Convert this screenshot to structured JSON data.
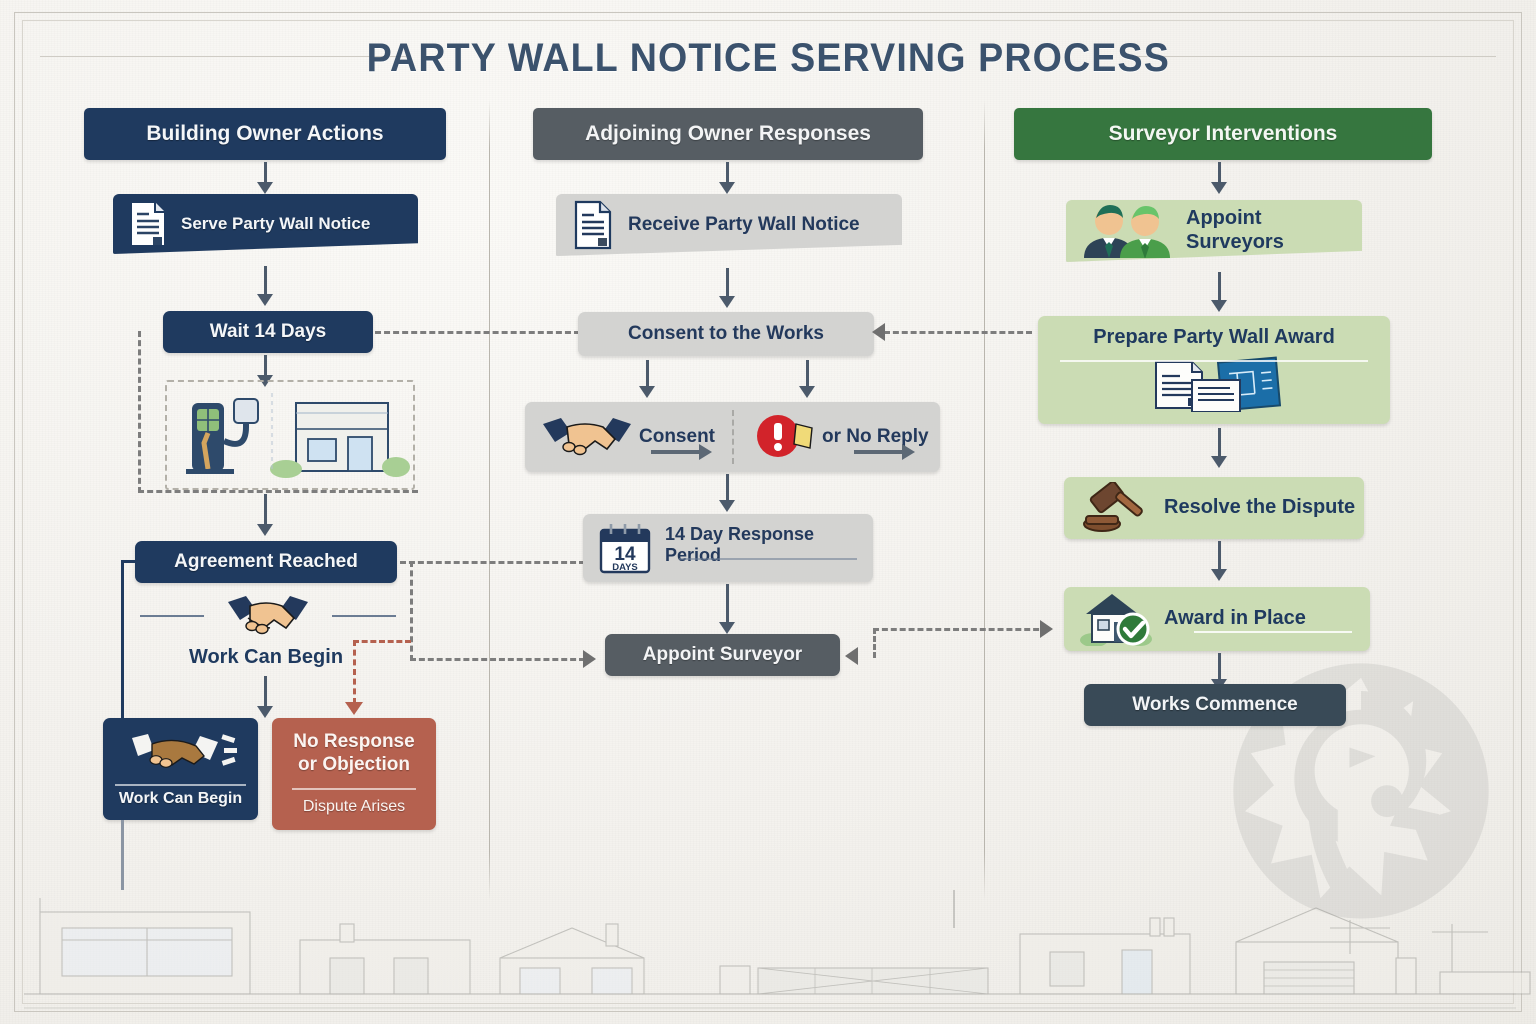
{
  "title": "PARTY WALL NOTICE SERVING PROCESS",
  "columns": [
    {
      "id": "building-owner",
      "header": "Building Owner Actions",
      "color": "#1f3a5f",
      "nodes": [
        {
          "id": "serve-notice",
          "label": "Serve Party Wall Notice",
          "icon": "document-icon"
        },
        {
          "id": "wait-14-days",
          "label": "Wait 14 Days"
        },
        {
          "id": "illustration",
          "label": "",
          "icon": "ev-charger-house-illustration"
        },
        {
          "id": "agreement-reached",
          "label": "Agreement Reached"
        },
        {
          "id": "work-can-begin-plain",
          "label": "Work Can Begin",
          "icon": "handshake-icon"
        },
        {
          "id": "work-can-begin-box",
          "label": "Work Can Begin",
          "icon": "handshake-icon"
        }
      ],
      "dispute": {
        "id": "no-response-objection",
        "line1": "No Response",
        "line2": "or Objection",
        "sub": "Dispute Arises",
        "color": "#b5614f"
      }
    },
    {
      "id": "adjoining-owner",
      "header": "Adjoining Owner Responses",
      "color": "#565d63",
      "nodes": [
        {
          "id": "receive-notice",
          "label": "Receive Party Wall Notice",
          "icon": "document-icon"
        },
        {
          "id": "consent-works",
          "label": "Consent to the Works"
        },
        {
          "id": "consent-branch",
          "label": "Consent",
          "icon": "handshake-icon"
        },
        {
          "id": "no-reply-branch",
          "label": "or No Reply",
          "icon": "alert-icon"
        },
        {
          "id": "response-period",
          "label": "14 Day Response Period",
          "icon": "calendar-icon",
          "calendar_number": "14",
          "calendar_unit": "DAYS"
        },
        {
          "id": "appoint-surveyor",
          "label": "Appoint Surveyor"
        }
      ]
    },
    {
      "id": "surveyor",
      "header": "Surveyor Interventions",
      "color": "#36763f",
      "nodes": [
        {
          "id": "appoint-surveyors",
          "label": "Appoint Surveyors",
          "icon": "two-people-icon"
        },
        {
          "id": "prepare-award",
          "label": "Prepare Party Wall Award",
          "icon": "documents-blueprint-icon"
        },
        {
          "id": "resolve-dispute",
          "label": "Resolve the Dispute",
          "icon": "gavel-icon"
        },
        {
          "id": "award-in-place",
          "label": "Award in Place",
          "icon": "house-check-icon"
        },
        {
          "id": "works-commence",
          "label": "Works Commence"
        }
      ]
    }
  ],
  "watermark": {
    "name": "lion-head-logo"
  },
  "footer": {
    "name": "architectural-streetscape-sketch"
  },
  "palette": {
    "navy": "#1f3a5f",
    "slate": "#394a57",
    "gray": "#d3d3d1",
    "dark_gray": "#565d63",
    "green_light": "#cbdcb4",
    "green_dark": "#36763f",
    "rust": "#b5614f",
    "paper": "#f4f2ee",
    "text_navy": "#23395c"
  }
}
